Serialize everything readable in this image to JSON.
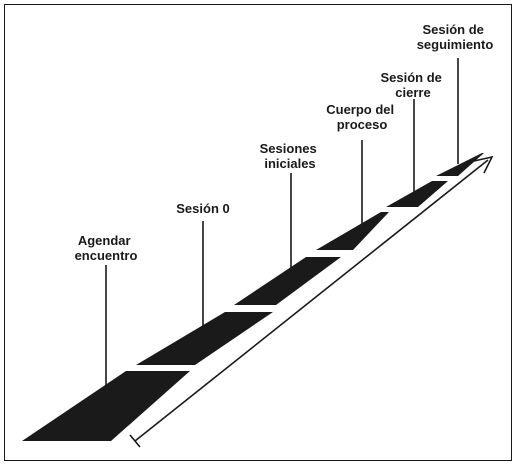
{
  "diagram": {
    "colors": {
      "band": "#1a1a1a",
      "line": "#1a1a1a",
      "background": "#ffffff"
    },
    "stages": [
      {
        "id": "agendar",
        "lines": [
          "Agendar",
          "encuentro"
        ]
      },
      {
        "id": "sesion-0",
        "lines": [
          "Sesión 0"
        ]
      },
      {
        "id": "iniciales",
        "lines": [
          "Sesiones",
          "iniciales"
        ]
      },
      {
        "id": "cuerpo",
        "lines": [
          "Cuerpo del",
          "proceso"
        ]
      },
      {
        "id": "cierre",
        "lines": [
          "Sesión de",
          "cierre"
        ]
      },
      {
        "id": "seguimiento",
        "lines": [
          "Sesión de",
          "seguimiento"
        ]
      }
    ],
    "timeline_arrow": "time-arrow"
  }
}
